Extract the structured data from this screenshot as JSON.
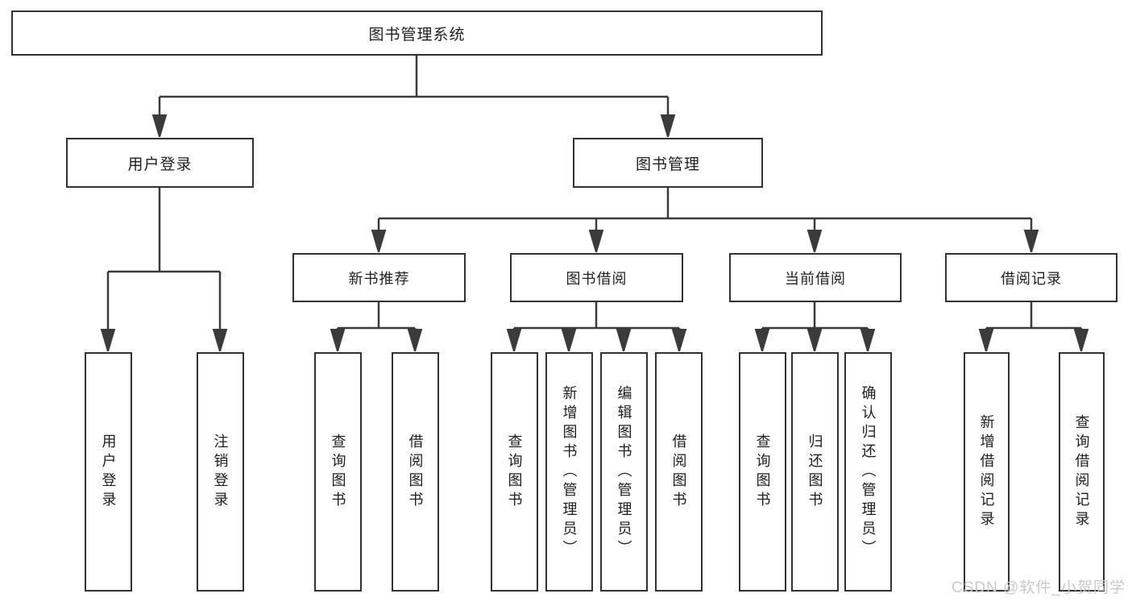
{
  "diagram_title": "图书管理系统",
  "colors": {
    "line": "#3b3b3b",
    "box_border": "#323232",
    "text": "#1e1e1e",
    "watermark": "#c9c9c9"
  },
  "nodes": {
    "root": "图书管理系统",
    "user_login": "用户登录",
    "book_mgmt": "图书管理",
    "new_book_rec": "新书推荐",
    "book_borrow": "图书借阅",
    "current_borrow": "当前借阅",
    "borrow_records": "借阅记录"
  },
  "leaves": {
    "login": "用户登录",
    "logout": "注销登录",
    "nbr_query": "查询图书",
    "nbr_borrow": "借阅图书",
    "bb_query": "查询图书",
    "bb_add": "新增图书（管理员）",
    "bb_edit": "编辑图书（管理员）",
    "bb_borrow": "借阅图书",
    "cb_query": "查询图书",
    "cb_return": "归还图书",
    "cb_confirm": "确认归还（管理员）",
    "br_add": "新增借阅记录",
    "br_query": "查询借阅记录"
  },
  "watermark": "CSDN @软件_小贺同学"
}
